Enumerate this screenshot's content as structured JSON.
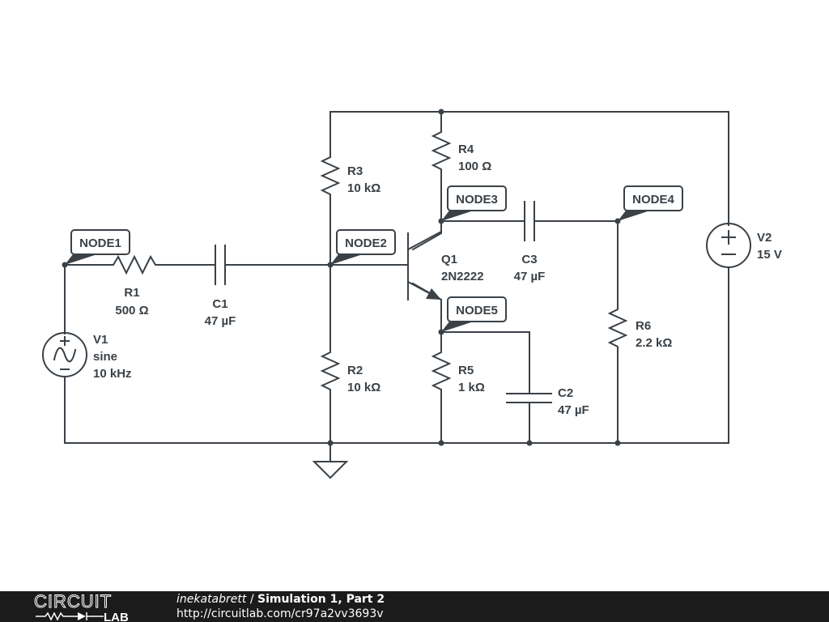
{
  "schematic": {
    "components": {
      "V1": {
        "name": "V1",
        "line2": "sine",
        "line3": "10 kHz"
      },
      "V2": {
        "name": "V2",
        "line2": "15 V"
      },
      "R1": {
        "name": "R1",
        "value": "500 Ω"
      },
      "R2": {
        "name": "R2",
        "value": "10 kΩ"
      },
      "R3": {
        "name": "R3",
        "value": "10 kΩ"
      },
      "R4": {
        "name": "R4",
        "value": "100 Ω"
      },
      "R5": {
        "name": "R5",
        "value": "1 kΩ"
      },
      "R6": {
        "name": "R6",
        "value": "2.2 kΩ"
      },
      "C1": {
        "name": "C1",
        "value": "47 µF"
      },
      "C2": {
        "name": "C2",
        "value": "47 µF"
      },
      "C3": {
        "name": "C3",
        "value": "47 µF"
      },
      "Q1": {
        "name": "Q1",
        "part": "2N2222"
      }
    },
    "nodes": {
      "n1": "NODE1",
      "n2": "NODE2",
      "n3": "NODE3",
      "n4": "NODE4",
      "n5": "NODE5"
    },
    "colors": {
      "wire": "#3a4147",
      "background": "#ffffff"
    }
  },
  "footer": {
    "logo_top": "CIRCUIT",
    "logo_bottom": "LAB",
    "author": "inekatabrett",
    "separator": " / ",
    "title": "Simulation 1, Part 2",
    "url": "http://circuitlab.com/cr97a2vv3693v",
    "background": "#1b1b1b"
  }
}
